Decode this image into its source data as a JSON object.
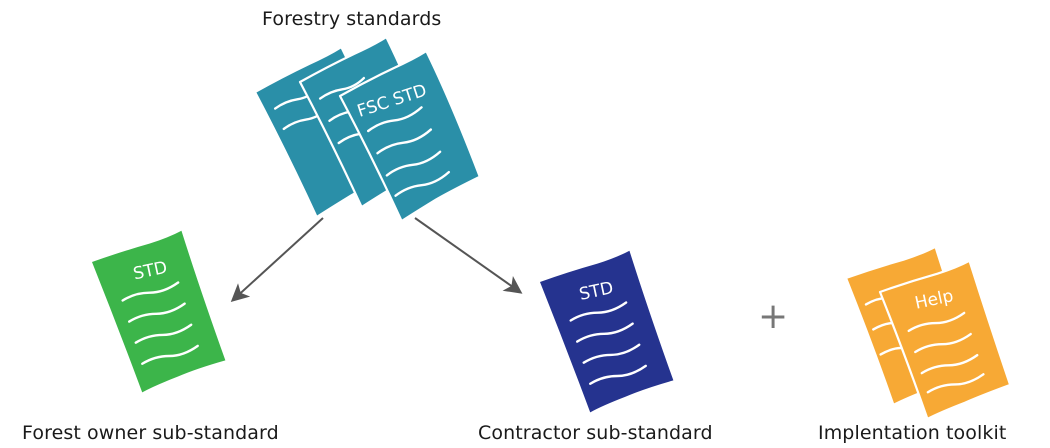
{
  "captions": {
    "top": "Forestry standards",
    "forest_owner": "Forest owner sub-standard",
    "contractor": "Contractor sub-standard",
    "toolkit": "Implentation toolkit"
  },
  "documents": {
    "fsc_label": "FSC STD",
    "forest_owner_label": "STD",
    "contractor_label": "STD",
    "toolkit_label": "Help"
  },
  "operator": {
    "plus": "+"
  },
  "colors": {
    "forestry": "#2a8fa8",
    "forest_owner": "#3cb54a",
    "contractor": "#25338f",
    "toolkit": "#f7a935",
    "arrow": "#555555",
    "plus": "#777777"
  }
}
